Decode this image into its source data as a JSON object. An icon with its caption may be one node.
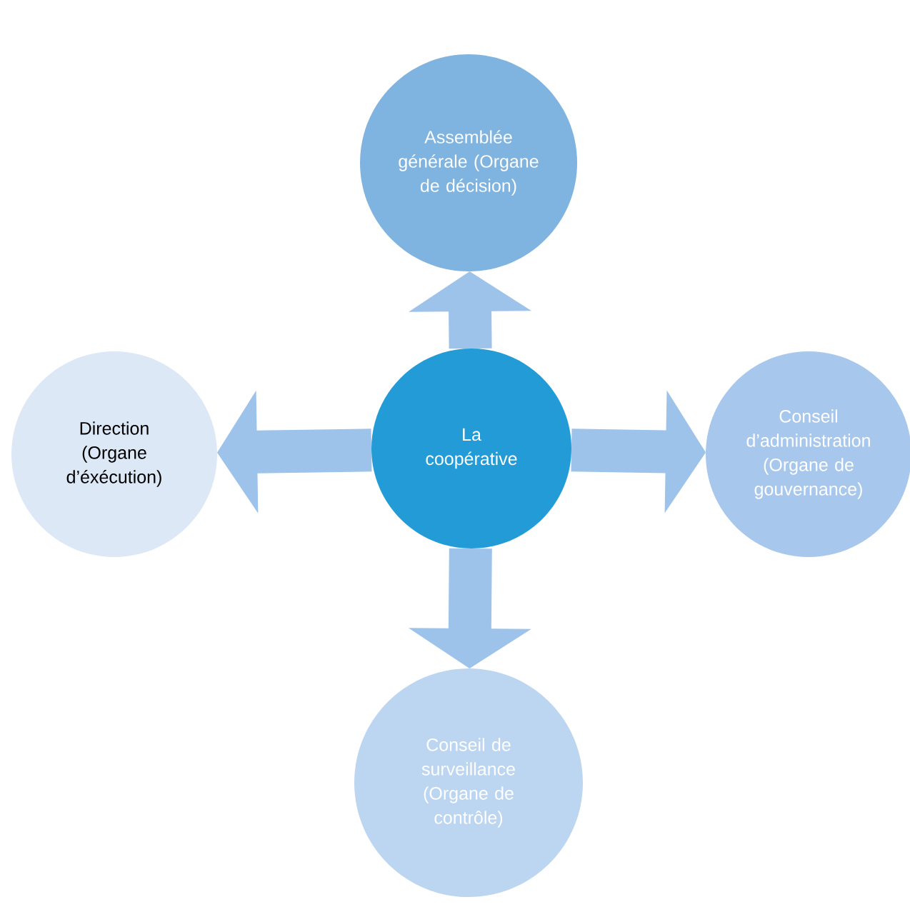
{
  "diagram": {
    "nodes": [
      {
        "text": [
          "Assemblée générale (Organe de décision)"
        ]
      },
      {
        "text": [
          "Direction (Organe d’éxécution)"
        ]
      },
      {
        "text": [
          "La coopérative"
        ]
      },
      {
        "text": [
          "Conseil d’administration (Organe de gouvernance)"
        ]
      },
      {
        "text": [
          "Conseil de surveillance (Organe de contrôle)"
        ]
      }
    ],
    "edges": [
      {
        "from": 2,
        "to": 0,
        "arrow": "to"
      },
      {
        "from": 2,
        "to": 1,
        "arrow": "to"
      },
      {
        "from": 2,
        "to": 3,
        "arrow": "to"
      },
      {
        "from": 2,
        "to": 4,
        "arrow": "to"
      }
    ]
  }
}
